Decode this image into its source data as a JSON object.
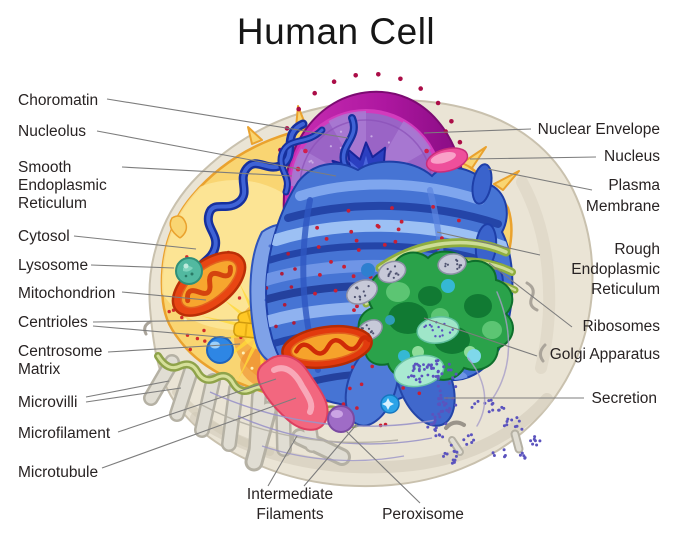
{
  "title": "Human Cell",
  "labels": {
    "left": [
      {
        "id": "chromatin",
        "lines": [
          "Choromatin"
        ]
      },
      {
        "id": "nucleolus",
        "lines": [
          "Nucleolus"
        ]
      },
      {
        "id": "smooth-er",
        "lines": [
          "Smooth",
          "Endoplasmic",
          "Reticulum"
        ]
      },
      {
        "id": "cytosol",
        "lines": [
          "Cytosol"
        ]
      },
      {
        "id": "lysosome",
        "lines": [
          "Lysosome"
        ]
      },
      {
        "id": "mitochondrion",
        "lines": [
          "Mitochondrion"
        ]
      },
      {
        "id": "centrioles",
        "lines": [
          "Centrioles"
        ]
      },
      {
        "id": "centrosome-matrix",
        "lines": [
          "Centrosome",
          "Matrix"
        ]
      },
      {
        "id": "microvilli",
        "lines": [
          "Microvilli"
        ]
      },
      {
        "id": "microfilament",
        "lines": [
          "Microfilament"
        ]
      },
      {
        "id": "microtubule",
        "lines": [
          "Microtubule"
        ]
      }
    ],
    "right": [
      {
        "id": "nuclear-envelope",
        "lines": [
          "Nuclear Envelope"
        ]
      },
      {
        "id": "nucleus",
        "lines": [
          "Nucleus"
        ]
      },
      {
        "id": "plasma-membrane",
        "lines": [
          "Plasma",
          "Membrane"
        ]
      },
      {
        "id": "rough-er",
        "lines": [
          "Rough",
          "Endoplasmic",
          "Reticulum"
        ]
      },
      {
        "id": "ribosomes",
        "lines": [
          "Ribosomes"
        ]
      },
      {
        "id": "golgi-apparatus",
        "lines": [
          "Golgi Apparatus"
        ]
      },
      {
        "id": "secretion",
        "lines": [
          "Secretion"
        ]
      }
    ],
    "bottom": [
      {
        "id": "intermediate-filaments",
        "lines": [
          "Intermediate",
          "Filaments"
        ]
      },
      {
        "id": "peroxisome",
        "lines": [
          "Peroxisome"
        ]
      }
    ]
  },
  "palette": {
    "background": "#ffffff",
    "label_text": "#282323",
    "leader_line": "#7d7d7d",
    "membrane_beige": "#eae4d5",
    "cytoplasm_yellow": "#f9d572",
    "cytoplasm_orange": "#f2a23c",
    "nuclear_envelope_magenta": "#b5178f",
    "nucleoplasm_purple": "#9a64c6",
    "nucleolus_blue": "#2b3fc0",
    "rough_er_blue": "#4674d4",
    "smooth_er_blue": "#16309e",
    "golgi_green": "#2aa24a",
    "mitochondria_red": "#e23a0e",
    "mitochondria_inner_orange": "#f6a32b",
    "lysosome_teal": "#52b9a0",
    "peroxisome_purple": "#9f6cc6",
    "secretion_dot_purple": "#5b53be",
    "microvilli_gray": "#dcd8cd",
    "microfilament_olive": "#8fa34a",
    "ribosome_dot_red": "#c81f35"
  }
}
